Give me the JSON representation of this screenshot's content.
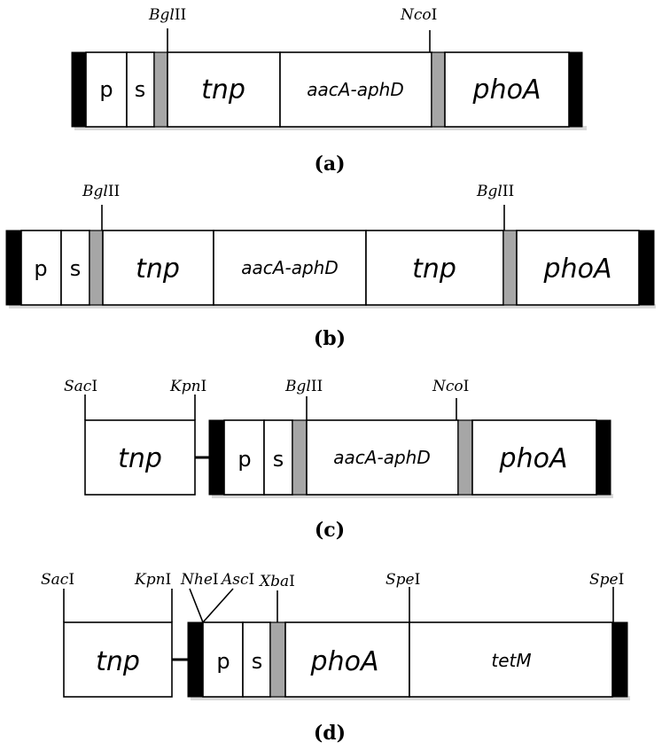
{
  "panels": {
    "a": {
      "caption": "(a)",
      "labels": {
        "p": "p",
        "s": "s",
        "tnp": "tnp",
        "aac": "aacA-aphD",
        "pho": "phoA"
      },
      "sites": {
        "bgl": {
          "italic": "Bgl",
          "roman": "II"
        },
        "nco": {
          "italic": "Nco",
          "roman": "I"
        }
      }
    },
    "b": {
      "caption": "(b)",
      "labels": {
        "p": "p",
        "s": "s",
        "tnp1": "tnp",
        "aac": "aacA-aphD",
        "tnp2": "tnp",
        "pho": "phoA"
      },
      "sites": {
        "bgl1": {
          "italic": "Bgl",
          "roman": "II"
        },
        "bgl2": {
          "italic": "Bgl",
          "roman": "II"
        }
      }
    },
    "c": {
      "caption": "(c)",
      "labels": {
        "tnp": "tnp",
        "p": "p",
        "s": "s",
        "aac": "aacA-aphD",
        "pho": "phoA"
      },
      "sites": {
        "sac": {
          "italic": "Sac",
          "roman": "I"
        },
        "kpn": {
          "italic": "Kpn",
          "roman": "I"
        },
        "bgl": {
          "italic": "Bgl",
          "roman": "II"
        },
        "nco": {
          "italic": "Nco",
          "roman": "I"
        }
      }
    },
    "d": {
      "caption": "(d)",
      "labels": {
        "tnp": "tnp",
        "p": "p",
        "s": "s",
        "pho": "phoA",
        "tet": "tetM"
      },
      "sites": {
        "sac": {
          "italic": "Sac",
          "roman": "I"
        },
        "kpn": {
          "italic": "Kpn",
          "roman": "I"
        },
        "nhe": {
          "italic": "Nhe",
          "roman": "I"
        },
        "asc": {
          "italic": "Asc",
          "roman": "I"
        },
        "xba": {
          "italic": "Xba",
          "roman": "I"
        },
        "spe1": {
          "italic": "Spe",
          "roman": "I"
        },
        "spe2": {
          "italic": "Spe",
          "roman": "I"
        }
      }
    }
  }
}
